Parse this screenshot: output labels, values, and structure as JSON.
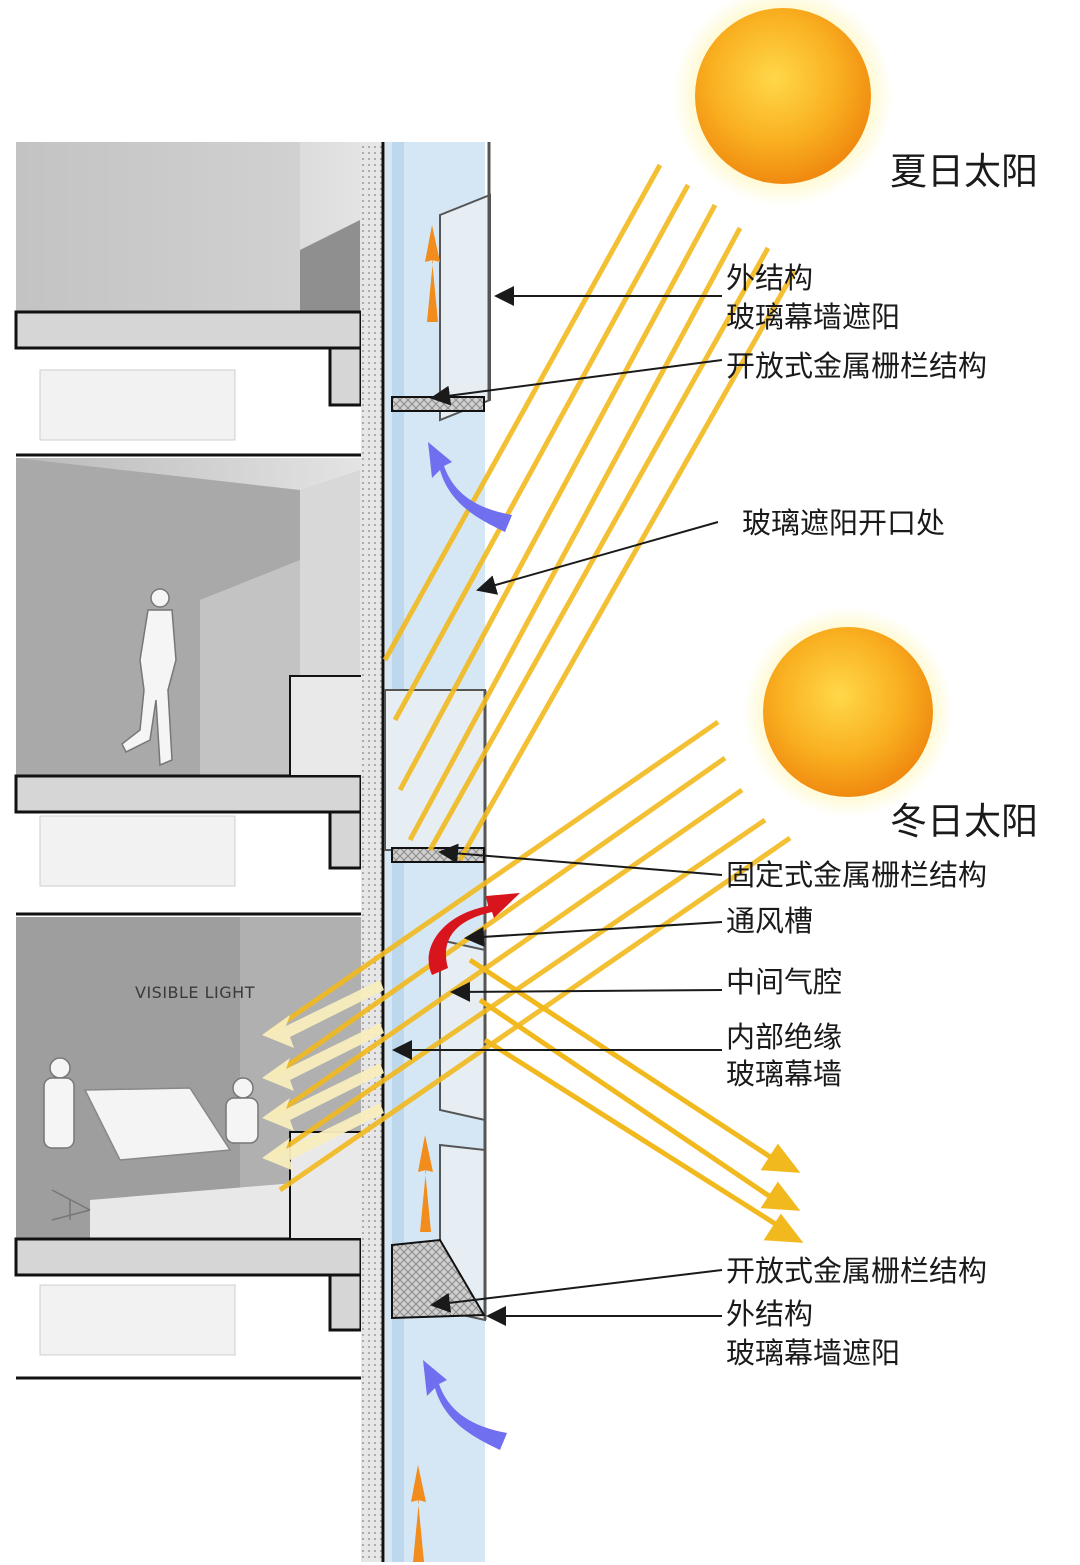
{
  "summer_sun": {
    "label": "夏日太阳",
    "color": "#f7a21b"
  },
  "winter_sun": {
    "label": "冬日太阳",
    "color": "#f7a21b"
  },
  "visible_light": "VISIBLE LIGHT",
  "labels_top": {
    "outer_structure": "外结构",
    "glass_shading": "玻璃幕墙遮阳",
    "open_grille": "开放式金属栅栏结构",
    "shading_opening": "玻璃遮阳开口处"
  },
  "labels_middle": {
    "fixed_grille": "固定式金属栅栏结构",
    "vent_slot": "通风槽",
    "air_cavity": "中间气腔",
    "inner_insulation": "内部绝缘",
    "inner_curtain_wall": "玻璃幕墙"
  },
  "labels_bottom": {
    "open_grille": "开放式金属栅栏结构",
    "outer_structure": "外结构",
    "glass_shading": "玻璃幕墙遮阳"
  },
  "colors": {
    "sun_ray": "#f2b91e",
    "warm_air_arrow": "#f28c1c",
    "cool_air_arrow": "#6f6ff0",
    "hot_air_arrow": "#d8141c",
    "glass": "#cfe3f2",
    "floor": "#d6d6d6"
  }
}
